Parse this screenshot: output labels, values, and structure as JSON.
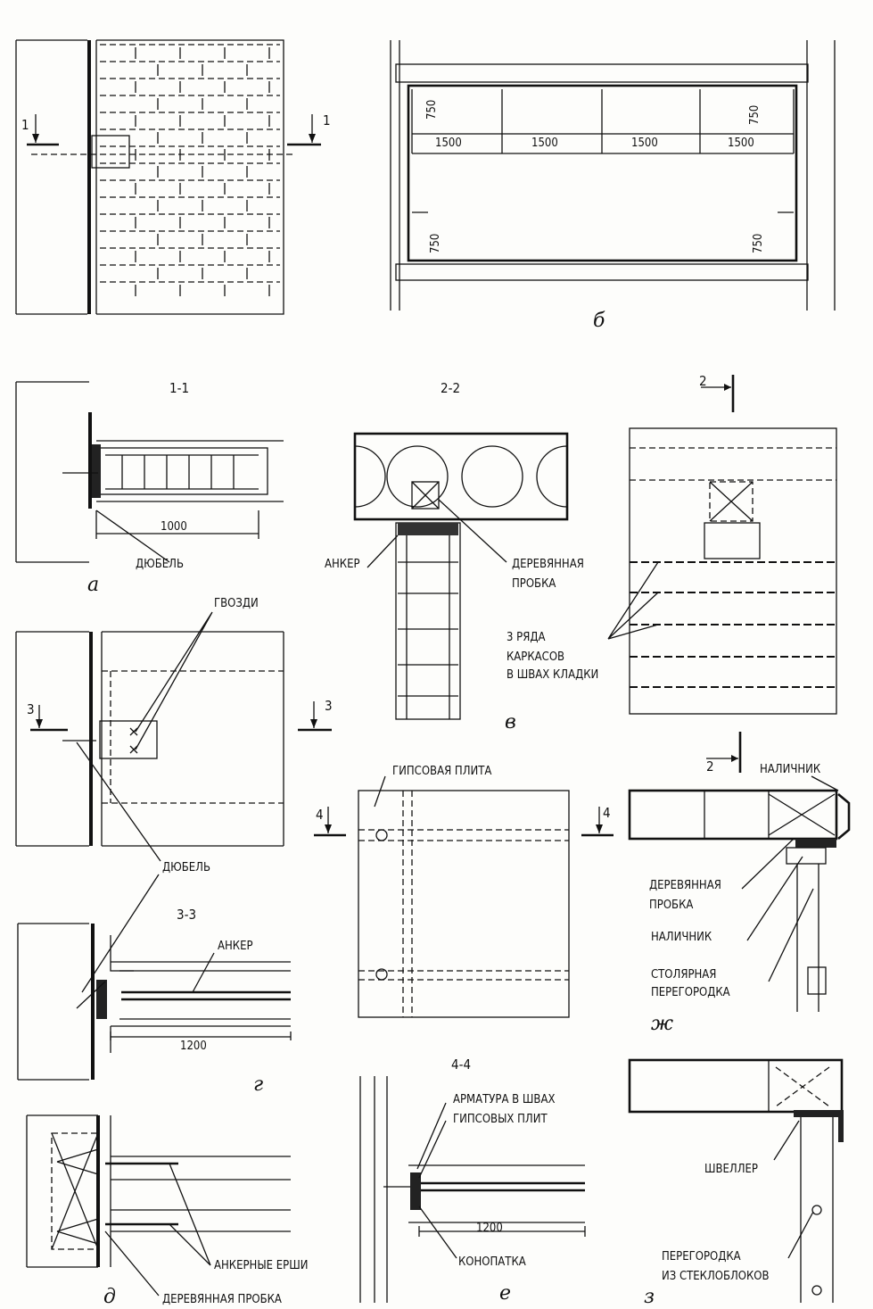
{
  "figures": {
    "a": "а",
    "b": "б",
    "v": "в",
    "g": "г",
    "d": "д",
    "e": "е",
    "zh": "ж",
    "z": "з"
  },
  "sections": {
    "s11": "1-1",
    "s22": "2-2",
    "s33": "3-3",
    "s44": "4-4",
    "mark1": "1",
    "mark2": "2",
    "mark3": "3",
    "mark4": "4"
  },
  "dimensions": {
    "d750": "750",
    "d1500": "1500",
    "d1000": "1000",
    "d1200": "1200"
  },
  "labels": {
    "dyubel": "ДЮБЕЛЬ",
    "anker": "АНКЕР",
    "derev_probka_1": "ДЕРЕВЯННАЯ",
    "derev_probka_2": "ПРОБКА",
    "derev_probka_full": "ДЕРЕВЯННАЯ ПРОБКА",
    "gvozdi": "ГВОЗДИ",
    "riady_1": "3 РЯДА",
    "riady_2": "КАРКАСОВ",
    "riady_3": "В ШВАХ КЛАДКИ",
    "gips_plita": "ГИПСОВАЯ ПЛИТА",
    "nalichnik": "НАЛИЧНИК",
    "stol_1": "СТОЛЯРНАЯ",
    "stol_2": "ПЕРЕГОРОДКА",
    "armatura_1": "АРМАТУРА В ШВАХ",
    "armatura_2": "ГИПСОВЫХ ПЛИТ",
    "konopatka": "КОНОПАТКА",
    "ankernye_ershi": "АНКЕРНЫЕ ЕРШИ",
    "shveller": "ШВЕЛЛЕР",
    "steklo_1": "ПЕРЕГОРОДКА",
    "steklo_2": "ИЗ СТЕКЛОБЛОКОВ"
  }
}
